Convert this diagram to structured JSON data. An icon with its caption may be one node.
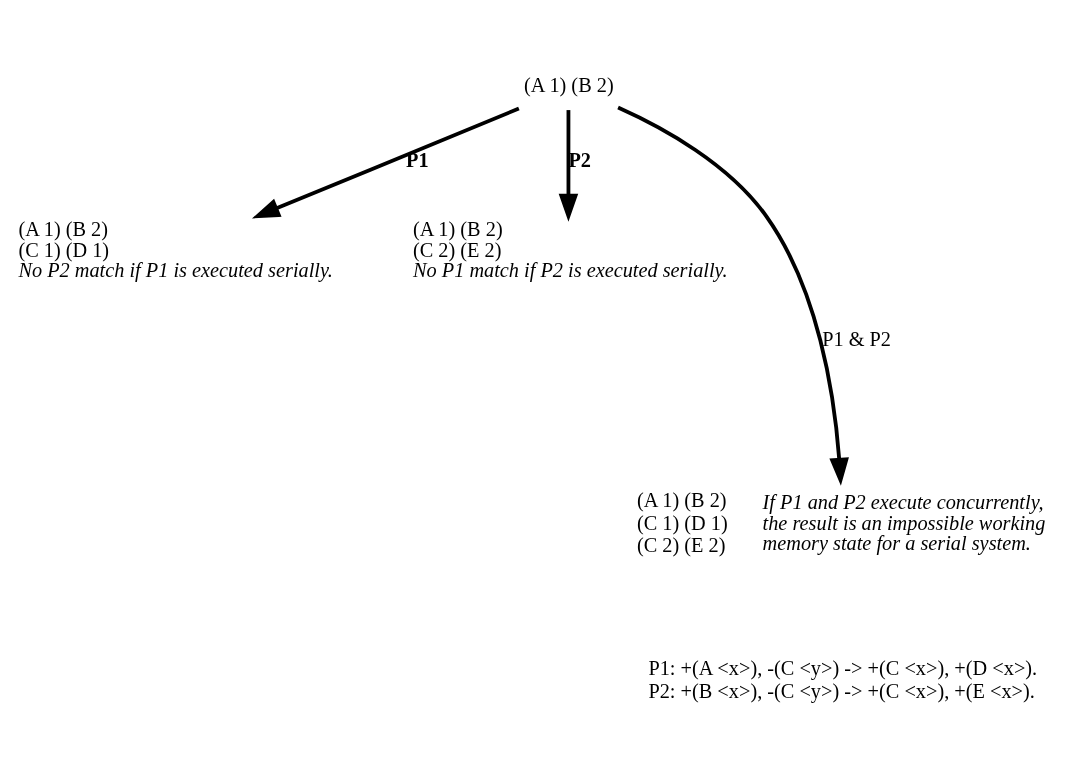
{
  "diagram": {
    "nodes": [
      {
        "text": [
          "(A 1) (B 2)"
        ]
      },
      {
        "text": [
          "(A 1) (B 2)",
          "(C 1) (D 1)",
          "No P2 match if P1 is executed serially."
        ]
      },
      {
        "text": [
          "(A 1) (B 2)",
          "(C 2) (E 2)",
          "No P1 match if P2 is executed serially."
        ]
      },
      {
        "text": [
          "(A 1) (B 2)",
          "(C 1) (D 1)",
          "(C 2) (E 2)"
        ],
        "beside": [
          "If P1 and P2 execute concurrently, the result is an impossible working memory state for a serial system."
        ]
      }
    ],
    "edges": [
      {
        "from": 0,
        "to": 1,
        "arrow": "to",
        "label": "P1"
      },
      {
        "from": 0,
        "to": 3,
        "arrow": "to",
        "label": "P1 & P2"
      },
      {
        "from": 0,
        "to": 2,
        "arrow": "to",
        "label": "P2"
      }
    ],
    "labels": [
      "P1: +(A <x>), -(C <y>) -> +(C <x>), +(D <x>).",
      "P2: +(B <x>), -(C <y>) -> +(C <x>), +(E <x>)."
    ]
  }
}
